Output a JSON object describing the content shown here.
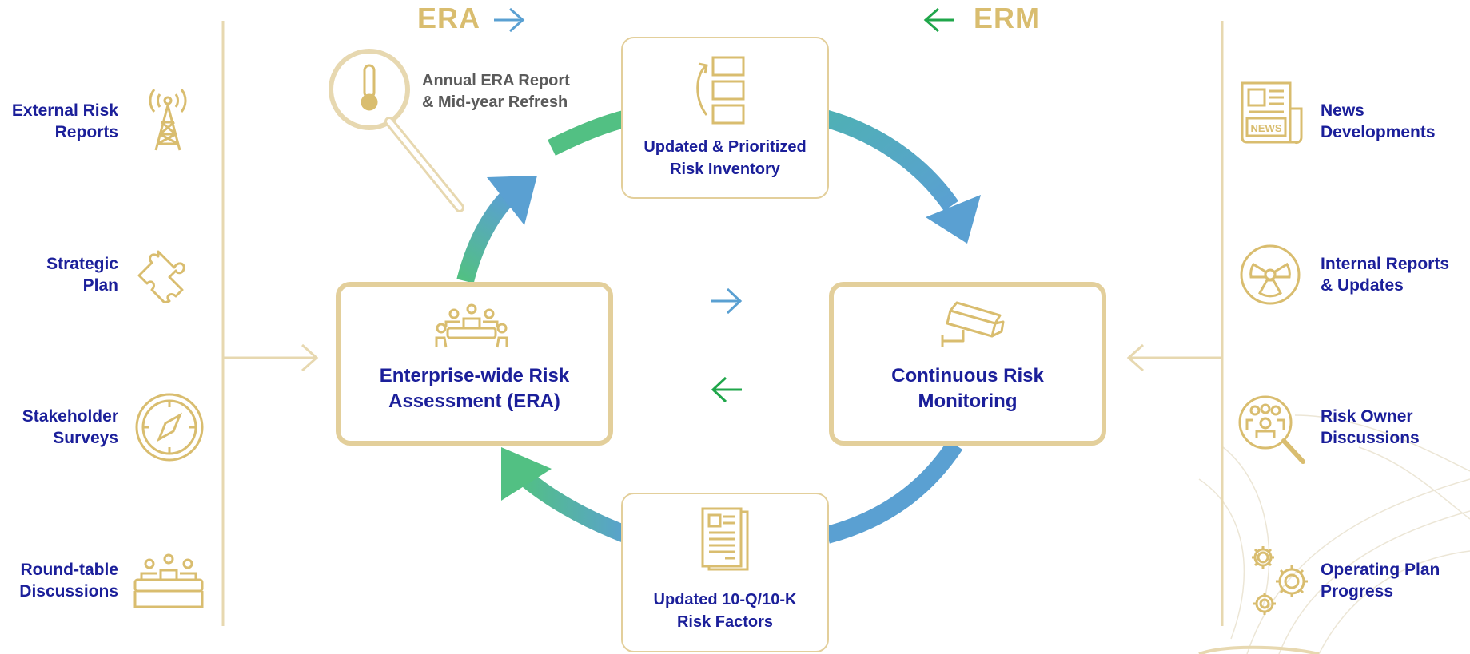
{
  "header": {
    "era_label": "ERA",
    "erm_label": "ERM"
  },
  "era_report_label": [
    "Annual ERA Report",
    "& Mid-year Refresh"
  ],
  "center_boxes": {
    "era": [
      "Enterprise-wide Risk",
      "Assessment (ERA)"
    ],
    "monitoring": [
      "Continuous Risk",
      "Monitoring"
    ],
    "inventory": [
      "Updated & Prioritized",
      "Risk Inventory"
    ],
    "risk_factors": [
      "Updated 10-Q/10-K",
      "Risk Factors"
    ]
  },
  "left_inputs": [
    {
      "lines": [
        "External Risk",
        "Reports"
      ],
      "icon": "radio-tower-icon"
    },
    {
      "lines": [
        "Strategic",
        "Plan"
      ],
      "icon": "puzzle-icon"
    },
    {
      "lines": [
        "Stakeholder",
        "Surveys"
      ],
      "icon": "compass-icon"
    },
    {
      "lines": [
        "Round-table",
        "Discussions"
      ],
      "icon": "meeting-table-icon"
    }
  ],
  "right_inputs": [
    {
      "lines": [
        "News",
        "Developments"
      ],
      "icon": "newspaper-icon"
    },
    {
      "lines": [
        "Internal Reports",
        "& Updates"
      ],
      "icon": "radiation-icon"
    },
    {
      "lines": [
        "Risk Owner",
        "Discussions"
      ],
      "icon": "people-magnifier-icon"
    },
    {
      "lines": [
        "Operating Plan",
        "Progress"
      ],
      "icon": "gears-icon"
    }
  ],
  "colors": {
    "navy": "#1b1f9a",
    "gold": "#d9bd6f",
    "gold_light": "#e3cf9b",
    "blue": "#5aa0d2",
    "green": "#52c083"
  }
}
